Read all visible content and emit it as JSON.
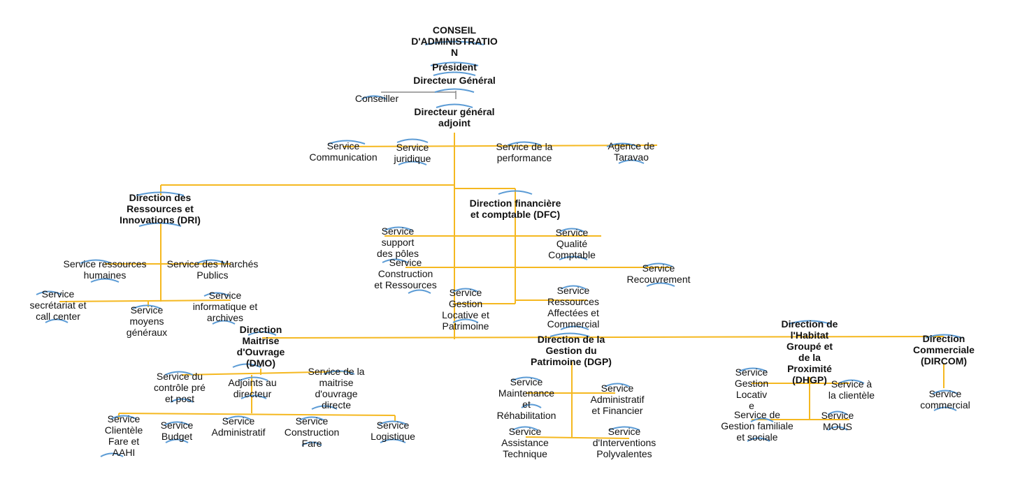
{
  "colors": {
    "connector": "#f5b820",
    "node_arc": "#5b9bd5",
    "advisor_line": "#8a8a8a"
  },
  "org": {
    "top": {
      "conseil": "CONSEIL\nD'ADMINISTRATIO\nN",
      "president": "Président",
      "dg": "Directeur Général",
      "conseiller": "Conseiller",
      "dga": "Directeur général\nadjoint"
    },
    "services_dga": {
      "communication": "Service\nCommunication",
      "juridique": "Service\njuridique",
      "performance": "Service de la\nperformance",
      "taravao": "Agence de\nTaravao"
    },
    "dri": {
      "title": "Direction des\nRessources et\nInnovations (DRI)",
      "rh": "Service ressources\nhumaines",
      "marches": "Service des Marchés\nPublics",
      "secretariat": "Service\nsecrétariat et\ncall center",
      "moyens": "Service\nmoyens\ngénéraux",
      "informatique": "Service\ninformatique et\narchives"
    },
    "dfc": {
      "title": "Direction financière\net comptable (DFC)",
      "support": "Service\nsupport\ndes pôles",
      "qualite": "Service\nQualité\nComptable",
      "construction": "Service\nConstruction\net Ressources",
      "recouvrement": "Service\nRecouvrement",
      "gestion_locative": "Service\nGestion\nLocative et\nPatrimoine",
      "ressources_affectees": "Service\nRessources\nAffectées et\nCommercial"
    },
    "dmo": {
      "title": "Direction\nMaitrise\nd'Ouvrage\n(DMO)",
      "controle": "Service du\ncontrôle pré\net post",
      "adjoints": "Adjoints au\ndirecteur",
      "maitrise_directe": "Service de la\nmaitrise\nd'ouvrage\ndirecte",
      "clientele": "Service\nClientèle\nFare et\nAAHI",
      "budget": "Service\nBudget",
      "administratif": "Service\nAdministratif",
      "construction_fare": "Service\nConstruction\nFare",
      "logistique": "Service\nLogistique"
    },
    "dgp": {
      "title": "Direction de la\nGestion du\nPatrimoine (DGP)",
      "maintenance": "Service\nMaintenance\net\nRéhabilitation",
      "admin_financier": "Service\nAdministratif\net Financier",
      "assistance": "Service\nAssistance\nTechnique",
      "interventions": "Service\nd'Interventions\nPolyvalentes"
    },
    "dhgp": {
      "title": "Direction de\nl'Habitat\nGroupé et\nde la\nProximité\n(DHGP)",
      "gestion_locative": "Service\nGestion\nLocativ\ne",
      "clientele": "Service à\nla clientèle",
      "familiale": "Service de\nGestion familiale\net sociale",
      "mous": "Service\nMOUS"
    },
    "dircom": {
      "title": "Direction\nCommerciale\n(DIRCOM)",
      "commercial": "Service\ncommercial"
    }
  }
}
